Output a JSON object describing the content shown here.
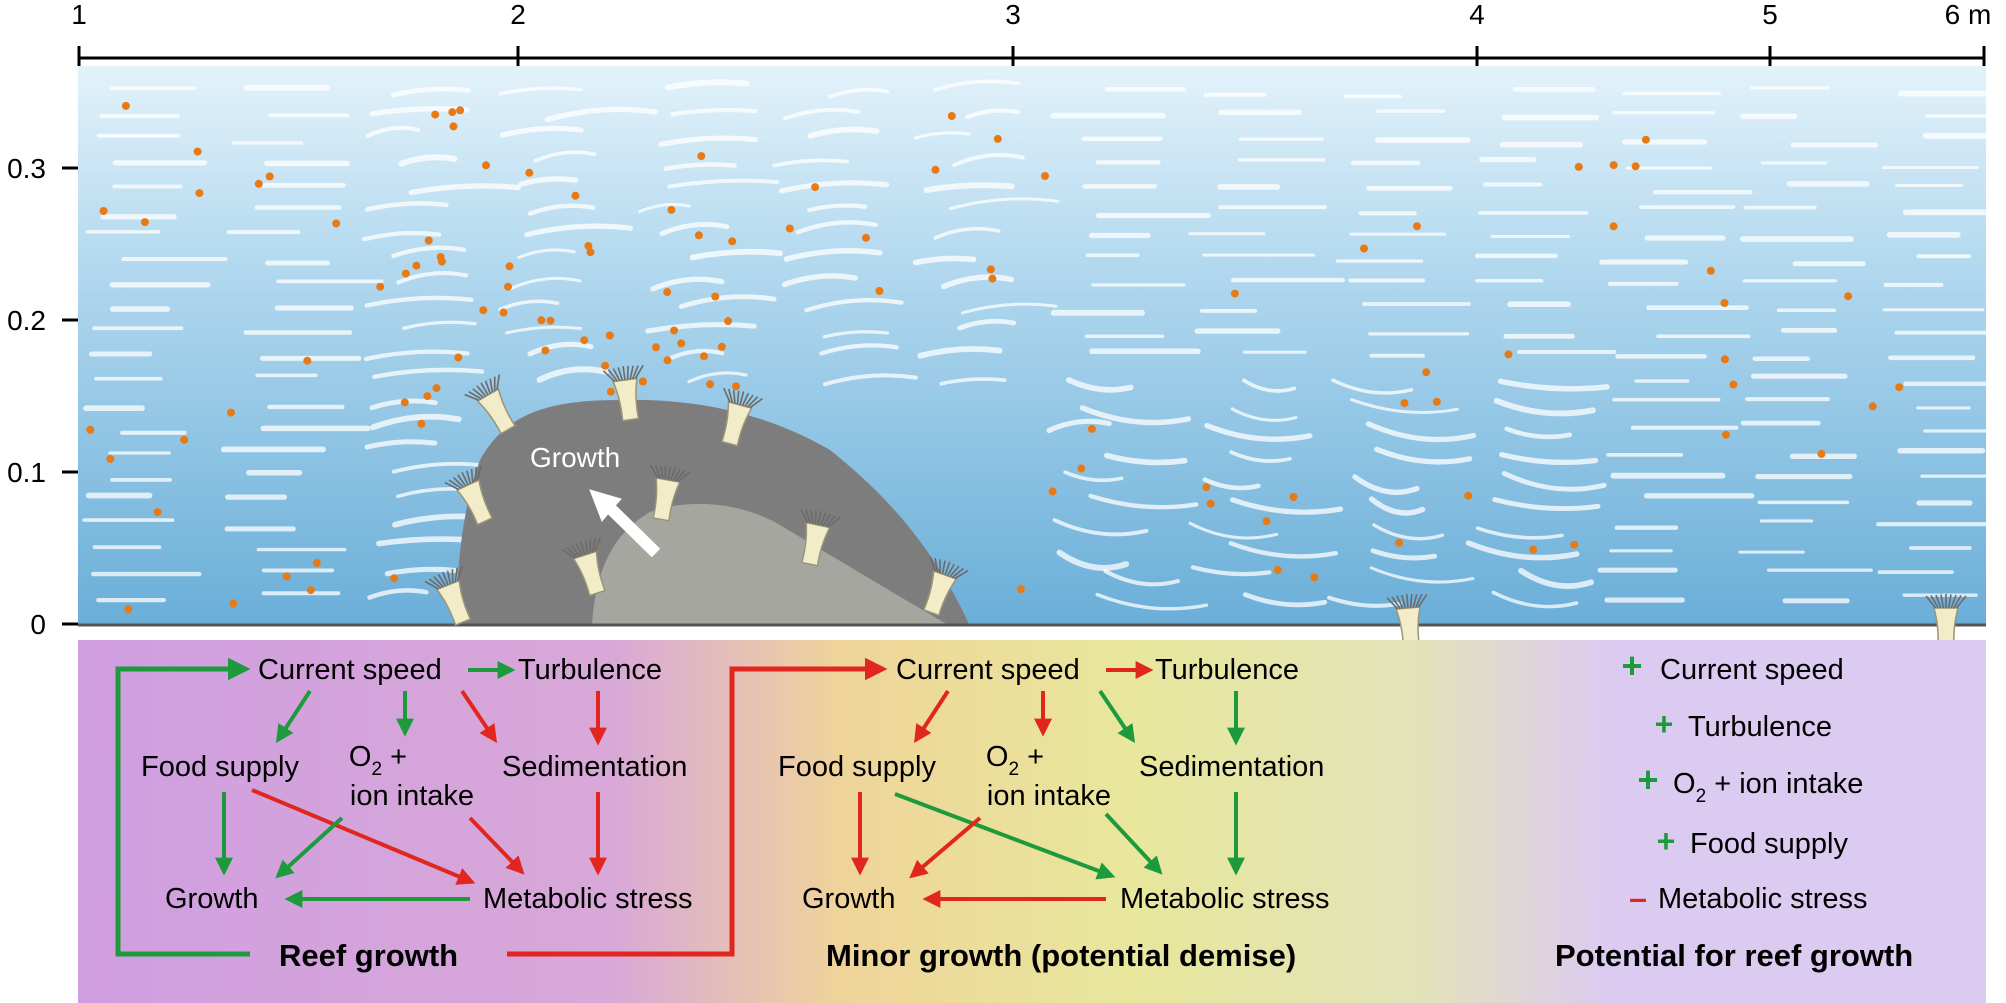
{
  "x_axis": {
    "ticks": [
      "1",
      "2",
      "3",
      "4",
      "5",
      "6 m"
    ]
  },
  "y_axis": {
    "ticks": [
      "0",
      "0.1",
      "0.2",
      "0.3"
    ]
  },
  "reef": {
    "growth_label": "Growth"
  },
  "colors": {
    "water_top": "#e3f2fa",
    "water_bottom": "#6aaed8",
    "reef_dark": "#7d7d7d",
    "reef_light": "#a4a69f",
    "food_particles": "#e87a16",
    "positive": "#1d9a3c",
    "negative": "#e0261e",
    "panel_left": "#cf9ee0",
    "panel_middle": "#e8e79c",
    "panel_right": "#dccbf0"
  },
  "panels": [
    {
      "nodes": {
        "current_speed": "Current speed",
        "turbulence": "Turbulence",
        "food_supply": "Food supply",
        "o2_main": "O",
        "o2_sub": "2",
        "o2_plus": " +",
        "ion_intake": "ion intake",
        "sedimentation": "Sedimentation",
        "growth": "Growth",
        "metabolic_stress": "Metabolic stress"
      },
      "footer": "Reef growth"
    },
    {
      "nodes": {
        "current_speed": "Current speed",
        "turbulence": "Turbulence",
        "food_supply": "Food supply",
        "o2_main": "O",
        "o2_sub": "2",
        "o2_plus": " +",
        "ion_intake": "ion intake",
        "sedimentation": "Sedimentation",
        "growth": "Growth",
        "metabolic_stress": "Metabolic stress"
      },
      "footer": "Minor growth (potential demise)"
    }
  ],
  "legend": {
    "items": [
      {
        "sign": "+",
        "label": "Current speed",
        "effect": "positive"
      },
      {
        "sign": "+",
        "label": "Turbulence",
        "effect": "positive"
      },
      {
        "sign": "+",
        "label_main": "O",
        "label_sub": "2",
        "label_rest": " + ion intake",
        "effect": "positive"
      },
      {
        "sign": "+",
        "label": "Food supply",
        "effect": "positive"
      },
      {
        "sign": "–",
        "label": "Metabolic stress",
        "effect": "negative"
      }
    ],
    "footer": "Potential for reef growth"
  }
}
